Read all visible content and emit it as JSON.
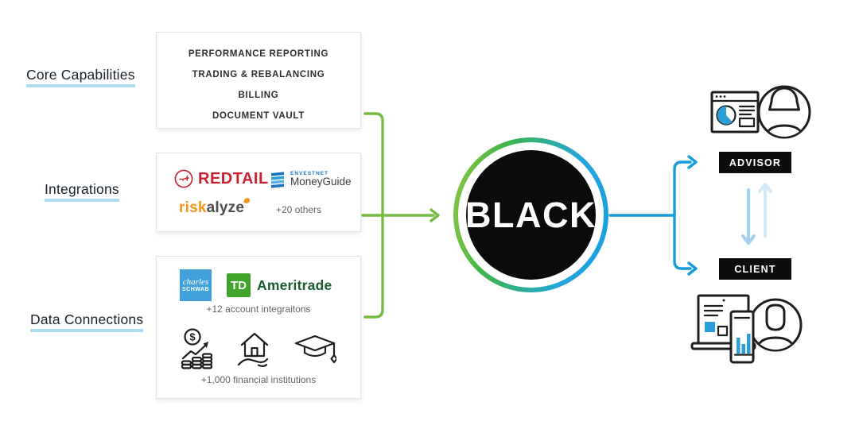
{
  "colors": {
    "green": "#76BC43",
    "blue": "#189CD9",
    "pale_blue_dark": "#A5D1EF",
    "pale_blue_light": "#D4E9F8",
    "underline": "#ADDCF1",
    "ink": "#1E1E1E",
    "text_dark": "#2E2E2E",
    "text_gray": "#5F6368",
    "redtail_red": "#C8202F",
    "riskalyze_orange": "#F7941E",
    "riskalyze_gray": "#4D4D4F",
    "envestnet_blue": "#1B75BC",
    "schwab_blue": "#41A1DB",
    "td_green": "#3FA52B",
    "ameritrade_green": "#1C5B31",
    "icon_blue": "#2D9FD8",
    "badge_bg": "#0D0D0D",
    "box_border": "#E3E3E3"
  },
  "labels": {
    "core": "Core Capabilities",
    "integrations": "Integrations",
    "data_connections": "Data Connections"
  },
  "core_box": {
    "items": [
      "PERFORMANCE REPORTING",
      "TRADING & REBALANCING",
      "BILLING",
      "DOCUMENT VAULT"
    ]
  },
  "integrations_box": {
    "redtail": "REDTAIL",
    "envestnet": "ENVESTNET",
    "moneyguide": "MoneyGuide",
    "riskalyze_risk": "risk",
    "riskalyze_alyze": "alyze",
    "others": "+20 others"
  },
  "data_box": {
    "schwab_top": "charles",
    "schwab_bottom": "SCHWAB",
    "td": "TD",
    "ameritrade": "Ameritrade",
    "accounts": "+12 account integraitons",
    "institutions": "+1,000 financial institutions"
  },
  "center": {
    "name": "BLACK"
  },
  "right": {
    "advisor": "ADVISOR",
    "client": "CLIENT"
  }
}
